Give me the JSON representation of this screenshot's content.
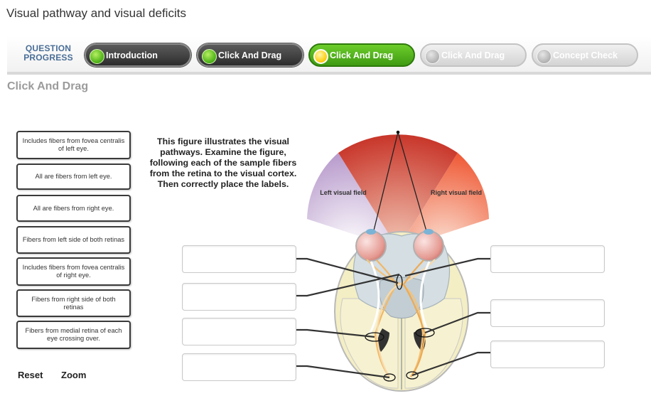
{
  "page": {
    "title": "Visual pathway and visual deficits"
  },
  "progress": {
    "label_line1": "QUESTION",
    "label_line2": "PROGRESS",
    "steps": [
      {
        "label": "Introduction",
        "state": "done"
      },
      {
        "label": "Click And Drag",
        "state": "done"
      },
      {
        "label": "Click And Drag",
        "state": "current"
      },
      {
        "label": "Click And Drag",
        "state": "future"
      },
      {
        "label": "Concept Check",
        "state": "future"
      }
    ]
  },
  "section": {
    "title": "Click And Drag"
  },
  "labels": [
    "Includes fibers from fovea centralis of left eye.",
    "All are fibers from left eye.",
    "All are fibers from right eye.",
    "Fibers from left side of both retinas",
    "Includes fibers from fovea centralis of right eye.",
    "Fibers from right side of both retinas",
    "Fibers from medial retina of each eye crossing over."
  ],
  "controls": {
    "reset": "Reset",
    "zoom": "Zoom"
  },
  "instructions": "This figure illustrates the visual pathways. Examine the figure, following each of the sample fibers from the retina to the visual cortex. Then correctly place the labels.",
  "figure": {
    "left_field_label": "Left visual field",
    "right_field_label": "Right visual field"
  },
  "colors": {
    "accent_green": "#4fae1a",
    "title_blue": "#4a6e97",
    "left_field": "#c7b4d6",
    "center_field": "#d64a3a",
    "right_field": "#f07a52"
  }
}
